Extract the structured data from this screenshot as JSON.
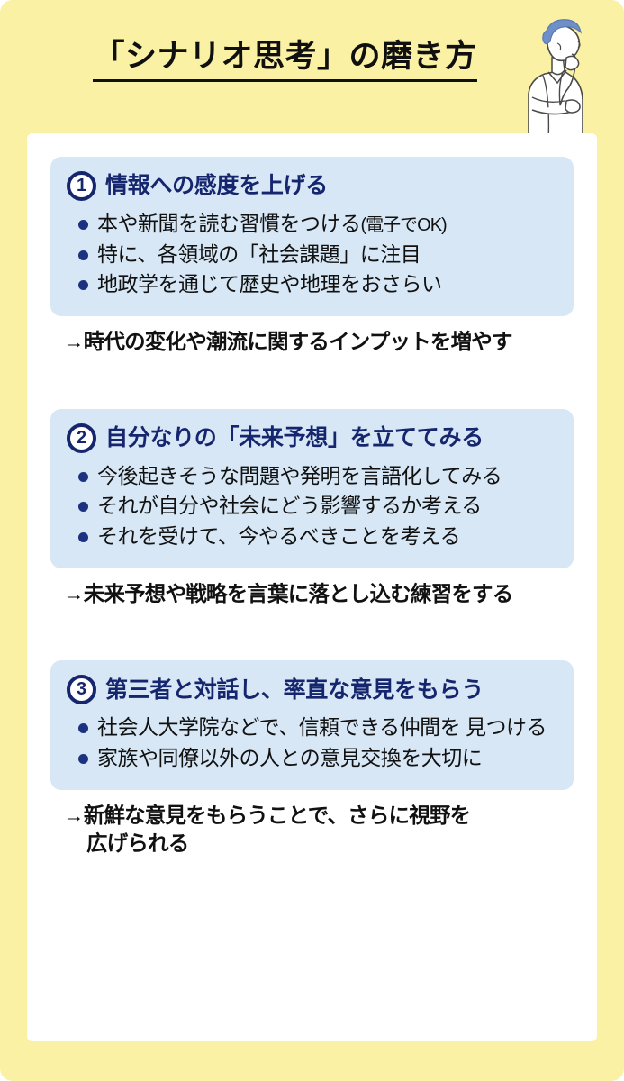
{
  "header": {
    "title": "「シナリオ思考」の磨き方",
    "illustration": "thinking-man-illustration"
  },
  "colors": {
    "frame_yellow": "#faf1a4",
    "card_white": "#ffffff",
    "panel_blue": "#d7e7f5",
    "navy": "#16266e",
    "bullet_navy": "#1b3281",
    "text_black": "#111111",
    "hair_blue": "#6f8fc8"
  },
  "sections": [
    {
      "number": "1",
      "title": "情報への感度を上げる",
      "bullets": [
        {
          "text": "本や新聞を読む習慣をつける",
          "suffix": "(電子でOK)"
        },
        {
          "text": "特に、各領域の「社会課題」に注目",
          "suffix": ""
        },
        {
          "text": "地政学を通じて歴史や地理をおさらい",
          "suffix": ""
        }
      ],
      "conclusion": "→時代の変化や潮流に関するインプットを増やす",
      "conclusion_cont": ""
    },
    {
      "number": "2",
      "title": "自分なりの「未来予想」を立ててみる",
      "bullets": [
        {
          "text": "今後起きそうな問題や発明を言語化してみる",
          "suffix": ""
        },
        {
          "text": "それが自分や社会にどう影響するか考える",
          "suffix": ""
        },
        {
          "text": "それを受けて、今やるべきことを考える",
          "suffix": ""
        }
      ],
      "conclusion": "→未来予想や戦略を言葉に落とし込む練習をする",
      "conclusion_cont": ""
    },
    {
      "number": "3",
      "title": "第三者と対話し、率直な意見をもらう",
      "bullets": [
        {
          "text": "社会人大学院などで、信頼できる仲間を 見つける",
          "suffix": ""
        },
        {
          "text": "家族や同僚以外の人との意見交換を大切に",
          "suffix": ""
        }
      ],
      "conclusion": "→新鮮な意見をもらうことで、さらに視野を",
      "conclusion_cont": "広げられる"
    }
  ]
}
